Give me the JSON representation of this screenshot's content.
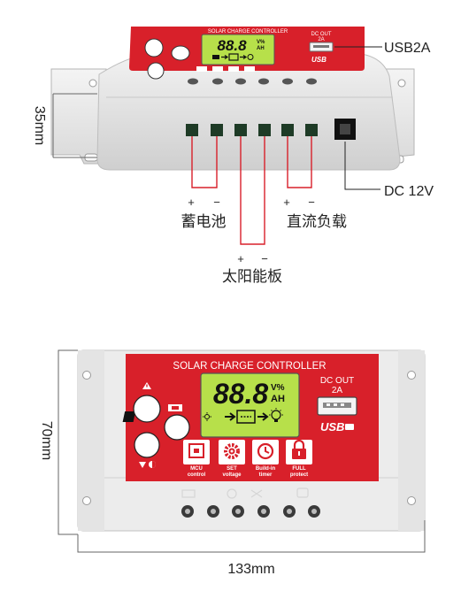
{
  "top_view": {
    "height_dim": "35mm",
    "usb_callout": "USB2A",
    "dc_callout": "DC 12V",
    "battery": {
      "plus": "+",
      "minus": "−",
      "label": "蓄电池"
    },
    "dc_load": {
      "plus": "+",
      "minus": "−",
      "label": "直流负载"
    },
    "solar": {
      "plus": "+",
      "minus": "−",
      "label": "太阳能板"
    },
    "panel": {
      "title": "SOLAR CHARGE CONTROLLER",
      "dc_out": "DC OUT",
      "dc_out_amp": "2A",
      "usb_logo": "USB",
      "lcd_digits": "88.8",
      "lcd_units_top": "V%",
      "lcd_units_bottom": "AH"
    }
  },
  "front_view": {
    "width_dim": "133mm",
    "height_dim": "70mm",
    "panel": {
      "title": "SOLAR CHARGE CONTROLLER",
      "dc_out": "DC OUT",
      "dc_out_amp": "2A",
      "usb_logo": "USB",
      "lcd_digits": "88.8",
      "lcd_units_top": "V%",
      "lcd_units_bottom": "AH",
      "features": [
        {
          "icon": "chip-icon",
          "line1": "MCU",
          "line2": "control"
        },
        {
          "icon": "gear-icon",
          "line1": "SET",
          "line2": "voltage"
        },
        {
          "icon": "clock-icon",
          "line1": "Build-in",
          "line2": "timer"
        },
        {
          "icon": "lock-icon",
          "line1": "FULL",
          "line2": "protect"
        }
      ]
    }
  },
  "colors": {
    "panel_red": "#d8202a",
    "case_gray": "#ebebeb",
    "lcd_green": "#b7e04a",
    "terminal_green": "#1e3b26",
    "wire_red": "#d8202a"
  }
}
